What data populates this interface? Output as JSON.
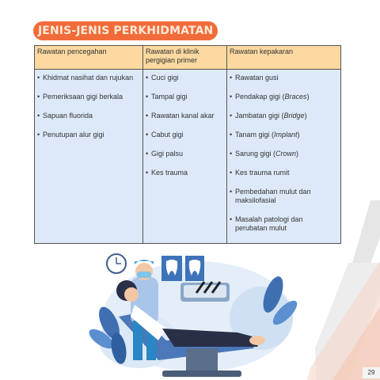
{
  "title": "JENIS-JENIS PERKHIDMATAN",
  "table": {
    "headers": [
      "Rawatan pencegahan",
      "Rawatan di klinik pergigian primer",
      "Rawatan kepakaran"
    ],
    "col1": [
      "Khidmat nasihat dan rujukan",
      "Pemeriksaan gigi berkala",
      "Sapuan fluorida",
      "Penutupan alur gigi"
    ],
    "col2": [
      "Cuci gigi",
      "Tampal gigi",
      "Rawatan kanal akar",
      "Cabut gigi",
      "Gigi palsu",
      "Kes trauma"
    ],
    "col3": [
      {
        "text": "Rawatan gusi"
      },
      {
        "text": "Pendakap gigi (",
        "italic": "Braces",
        "after": ")"
      },
      {
        "text": "Jambatan gigi (",
        "italic": "Bridge",
        "after": ")"
      },
      {
        "text": "Tanam gigi (",
        "italic": "Implant",
        "after": ")"
      },
      {
        "text": "Sarung gigi (",
        "italic": "Crown",
        "after": ")"
      },
      {
        "text": "Kes trauma rumit"
      },
      {
        "text": "Pembedahan mulut dan maksilofasial"
      },
      {
        "text": "Masalah patologi dan perubatan mulut"
      }
    ]
  },
  "illustration": {
    "icons": [
      "clock-icon",
      "tooth-xray-icon",
      "dentist",
      "patient",
      "dental-chair"
    ]
  },
  "colors": {
    "accent": "#f26b3a",
    "header_bg": "#fbd9a0",
    "cell_bg": "#dde9f9",
    "chair": "#4a78b8"
  },
  "page_number": "29"
}
